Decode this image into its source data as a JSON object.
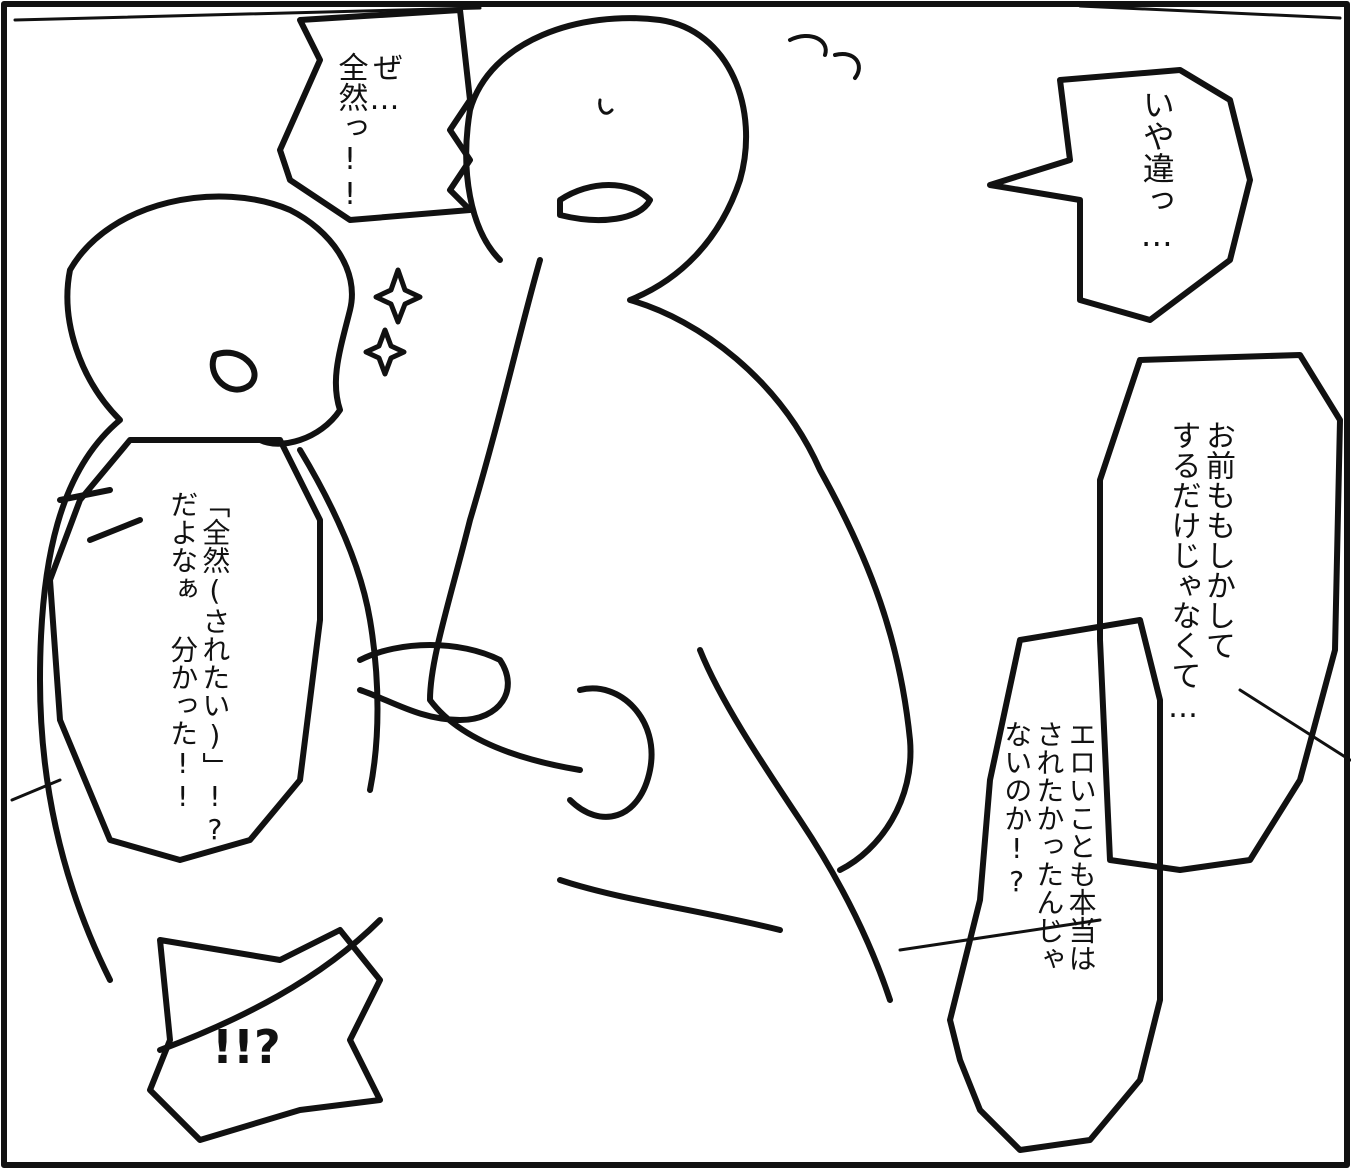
{
  "colors": {
    "ink": "#111111",
    "paper": "#ffffff"
  },
  "balloons": {
    "ze_zenzen": "ぜ…\n全然っ!!",
    "iya_chigau": "いや違っ…",
    "omae_mo": "お前ももしかして\nするだけじゃなくて…",
    "ero_ikoto": "エロいことも本当は\nされたかったんじゃ\nないのか!?",
    "zenzen_saretai": "「全然(されたい)」!?\nだよなぁ 分かった!!",
    "exclaim": "!!?"
  }
}
